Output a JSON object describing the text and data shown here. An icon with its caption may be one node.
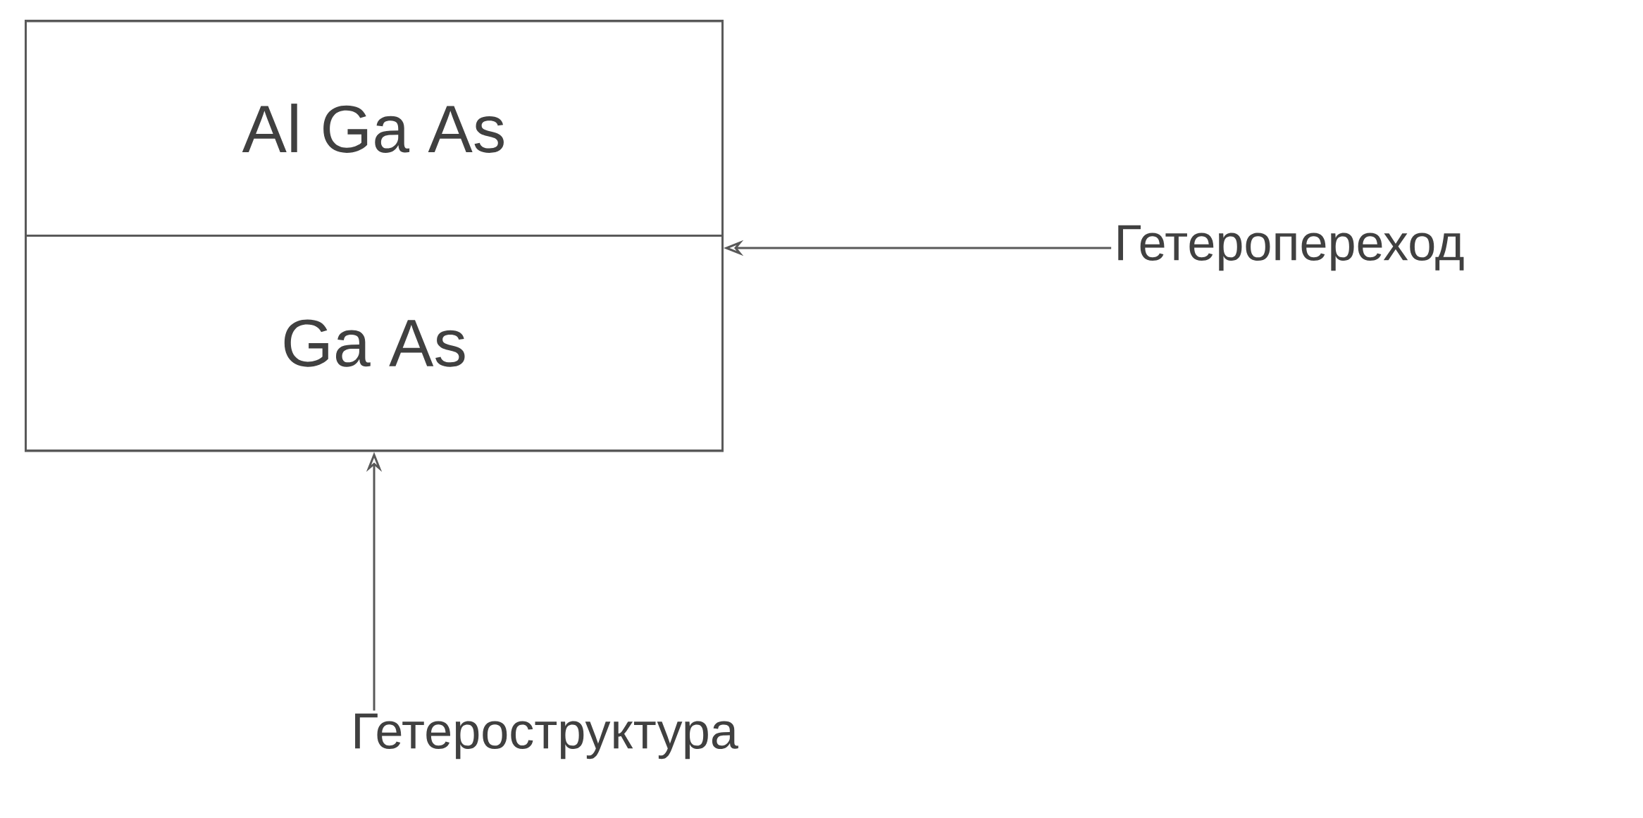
{
  "diagram": {
    "nodes": [
      {
        "text": [],
        "shape": "box"
      },
      {
        "text": [
          "Al Ga As"
        ],
        "in": 0
      },
      {
        "text": [
          "Ga As"
        ],
        "in": 0
      },
      {
        "text": [
          "Гетеропереход"
        ]
      },
      {
        "text": [
          "Гетероструктура"
        ]
      }
    ],
    "edges": [
      {
        "from": 3,
        "to": 2,
        "arrow": "to"
      },
      {
        "from": 4,
        "to": 0,
        "arrow": "to"
      }
    ]
  }
}
